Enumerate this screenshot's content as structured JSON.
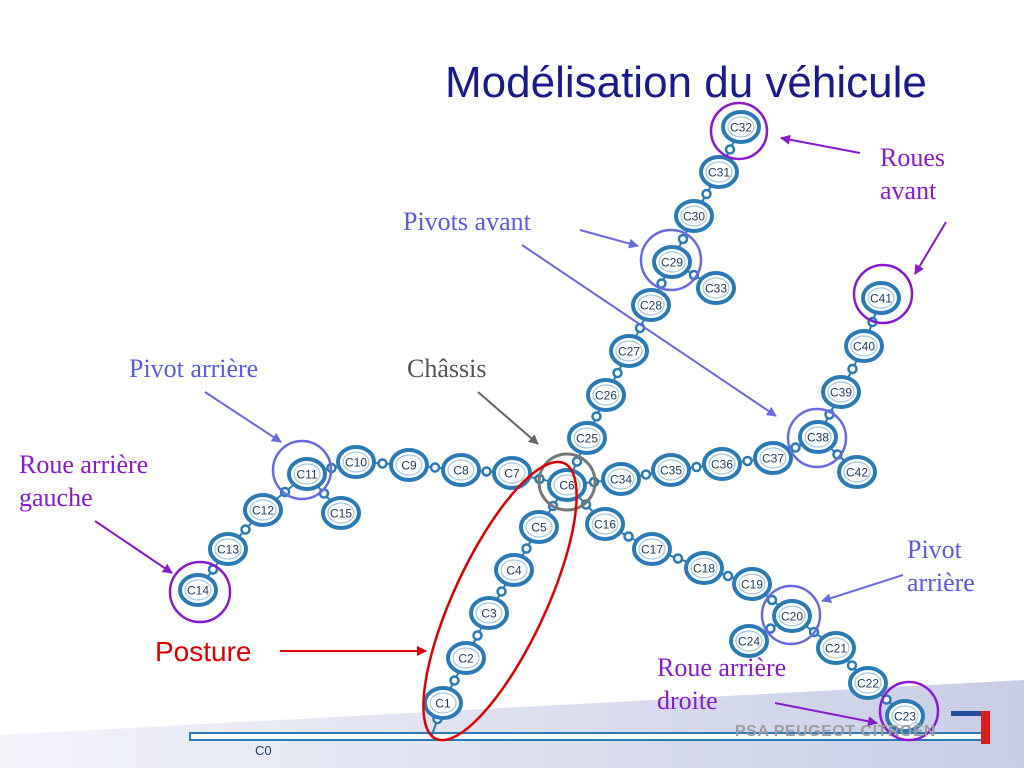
{
  "title": "Modélisation du véhicule",
  "annotations": {
    "roues_avant": [
      "Roues",
      "avant"
    ],
    "pivots_avant": "Pivots avant",
    "pivot_arriere_left": "Pivot arrière",
    "chassis": "Châssis",
    "roue_arriere_gauche": [
      "Roue arrière",
      "gauche"
    ],
    "pivot_arriere_right": [
      "Pivot",
      "arrière"
    ],
    "roue_arriere_droite": [
      "Roue arrière",
      "droite"
    ],
    "posture": "Posture"
  },
  "base_label": "C0",
  "logo_text": "PSA PEUGEOT CITROËN",
  "colors": {
    "title": "#1a1a8c",
    "node_ring": "#2a7bb5",
    "highlight_purple": "#8a1ad0",
    "highlight_blue": "#6a6ae0",
    "chassis_ring": "#777777",
    "posture_red": "#e00000"
  },
  "nodes": [
    {
      "id": "C1",
      "label": "C1"
    },
    {
      "id": "C2",
      "label": "C2"
    },
    {
      "id": "C3",
      "label": "C3"
    },
    {
      "id": "C4",
      "label": "C4"
    },
    {
      "id": "C5",
      "label": "C5"
    },
    {
      "id": "C6",
      "label": "C6"
    },
    {
      "id": "C7",
      "label": "C7"
    },
    {
      "id": "C8",
      "label": "C8"
    },
    {
      "id": "C9",
      "label": "C9"
    },
    {
      "id": "C10",
      "label": "C10"
    },
    {
      "id": "C11",
      "label": "C11"
    },
    {
      "id": "C12",
      "label": "C12"
    },
    {
      "id": "C13",
      "label": "C13"
    },
    {
      "id": "C14",
      "label": "C14"
    },
    {
      "id": "C15",
      "label": "C15"
    },
    {
      "id": "C16",
      "label": "C16"
    },
    {
      "id": "C17",
      "label": "C17"
    },
    {
      "id": "C18",
      "label": "C18"
    },
    {
      "id": "C19",
      "label": "C19"
    },
    {
      "id": "C20",
      "label": "C20"
    },
    {
      "id": "C21",
      "label": "C21"
    },
    {
      "id": "C22",
      "label": "C22"
    },
    {
      "id": "C23",
      "label": "C23"
    },
    {
      "id": "C24",
      "label": "C24"
    },
    {
      "id": "C25",
      "label": "C25"
    },
    {
      "id": "C26",
      "label": "C26"
    },
    {
      "id": "C27",
      "label": "C27"
    },
    {
      "id": "C28",
      "label": "C28"
    },
    {
      "id": "C29",
      "label": "C29"
    },
    {
      "id": "C30",
      "label": "C30"
    },
    {
      "id": "C31",
      "label": "C31"
    },
    {
      "id": "C32",
      "label": "C32"
    },
    {
      "id": "C33",
      "label": "C33"
    },
    {
      "id": "C34",
      "label": "C34"
    },
    {
      "id": "C35",
      "label": "C35"
    },
    {
      "id": "C36",
      "label": "C36"
    },
    {
      "id": "C37",
      "label": "C37"
    },
    {
      "id": "C38",
      "label": "C38"
    },
    {
      "id": "C39",
      "label": "C39"
    },
    {
      "id": "C40",
      "label": "C40"
    },
    {
      "id": "C41",
      "label": "C41"
    },
    {
      "id": "C42",
      "label": "C42"
    }
  ],
  "edges": [
    [
      "C0",
      "C1"
    ],
    [
      "C1",
      "C2"
    ],
    [
      "C2",
      "C3"
    ],
    [
      "C3",
      "C4"
    ],
    [
      "C4",
      "C5"
    ],
    [
      "C5",
      "C6"
    ],
    [
      "C6",
      "C7"
    ],
    [
      "C7",
      "C8"
    ],
    [
      "C8",
      "C9"
    ],
    [
      "C9",
      "C10"
    ],
    [
      "C10",
      "C11"
    ],
    [
      "C11",
      "C12"
    ],
    [
      "C12",
      "C13"
    ],
    [
      "C13",
      "C14"
    ],
    [
      "C11",
      "C15"
    ],
    [
      "C6",
      "C16"
    ],
    [
      "C16",
      "C17"
    ],
    [
      "C17",
      "C18"
    ],
    [
      "C18",
      "C19"
    ],
    [
      "C19",
      "C20"
    ],
    [
      "C20",
      "C21"
    ],
    [
      "C21",
      "C22"
    ],
    [
      "C22",
      "C23"
    ],
    [
      "C20",
      "C24"
    ],
    [
      "C6",
      "C25"
    ],
    [
      "C25",
      "C26"
    ],
    [
      "C26",
      "C27"
    ],
    [
      "C27",
      "C28"
    ],
    [
      "C28",
      "C29"
    ],
    [
      "C29",
      "C30"
    ],
    [
      "C30",
      "C31"
    ],
    [
      "C31",
      "C32"
    ],
    [
      "C29",
      "C33"
    ],
    [
      "C6",
      "C34"
    ],
    [
      "C34",
      "C35"
    ],
    [
      "C35",
      "C36"
    ],
    [
      "C36",
      "C37"
    ],
    [
      "C37",
      "C38"
    ],
    [
      "C38",
      "C39"
    ],
    [
      "C39",
      "C40"
    ],
    [
      "C40",
      "C41"
    ],
    [
      "C38",
      "C42"
    ]
  ]
}
